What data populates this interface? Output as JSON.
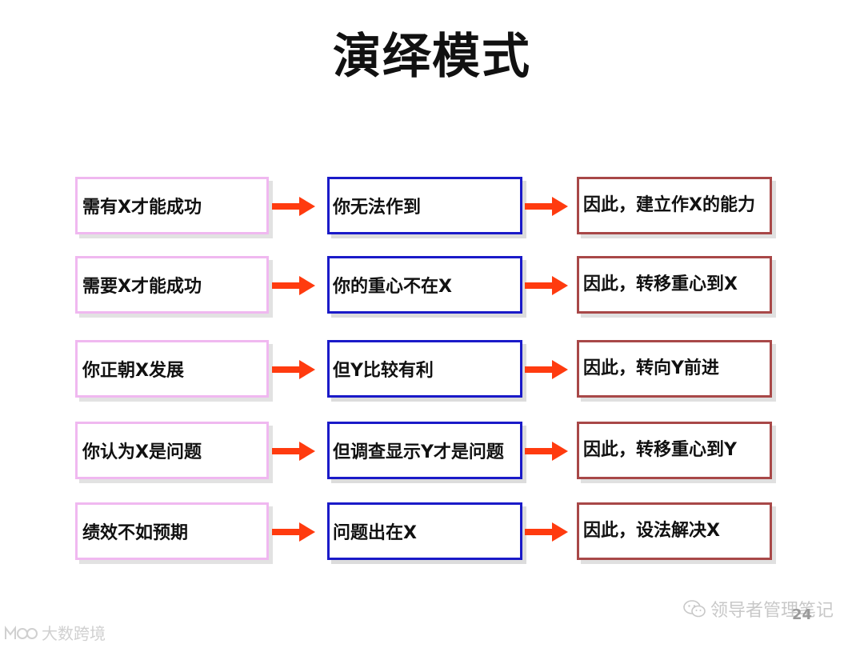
{
  "title": "演绎模式",
  "rows": [
    {
      "premise": "需有X才能成功",
      "observation": "你无法作到",
      "conclusion": "因此，建立作X的能力"
    },
    {
      "premise": "需要X才能成功",
      "observation": "你的重心不在X",
      "conclusion": "因此，转移重心到X"
    },
    {
      "premise": "你正朝X发展",
      "observation": "但Y比较有利",
      "conclusion": "因此，转向Y前进"
    },
    {
      "premise": "你认为X是问题",
      "observation": "但调查显示Y才是问题",
      "conclusion": "因此，转移重心到Y"
    },
    {
      "premise": "绩效不如预期",
      "observation": "问题出在X",
      "conclusion": "因此，设法解决X"
    }
  ],
  "watermark_right": "领导者管理笔记",
  "page_number": "24",
  "watermark_left": "大数跨境",
  "colors": {
    "arrow": "#ff3b0f",
    "premise_border": "#f0b8f0",
    "observation_border": "#1a1ac8",
    "conclusion_border": "#a84848"
  },
  "icons": {
    "arrow": "arrow-right-icon",
    "wechat": "wechat-icon",
    "logo": "dashuju-logo-icon"
  }
}
